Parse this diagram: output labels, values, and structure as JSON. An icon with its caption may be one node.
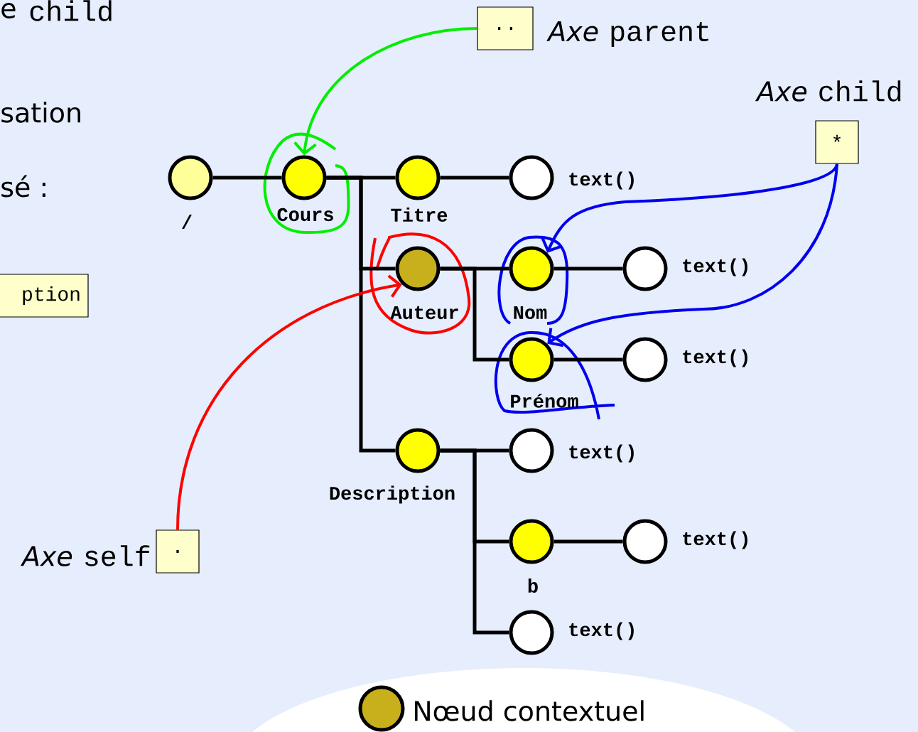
{
  "diagram": {
    "nodes": [
      {
        "text": [
          ".."
        ],
        "beside": [
          "Axe",
          "parent"
        ]
      },
      {
        "text": [
          "*"
        ],
        "beside": [
          "Axe",
          "child"
        ]
      },
      {
        "text": [
          "/"
        ]
      },
      {
        "text": [
          "Cours"
        ]
      },
      {
        "text": [
          "Titre"
        ]
      },
      {
        "text": [
          "text()"
        ]
      },
      {
        "text": [
          "ption"
        ]
      },
      {
        "text": [
          "Auteur"
        ]
      },
      {
        "text": [
          "Nom"
        ]
      },
      {
        "text": [
          "text()"
        ]
      },
      {
        "text": [
          "Prénom"
        ]
      },
      {
        "text": [
          "text()"
        ]
      },
      {
        "text": [
          "Description"
        ]
      },
      {
        "text": [
          "text()"
        ]
      },
      {
        "text": [
          "b"
        ]
      },
      {
        "text": [
          "text()"
        ]
      },
      {
        "text": [
          "text()"
        ]
      },
      {
        "text": [
          "."
        ],
        "beside": [
          "Axe",
          "self"
        ]
      }
    ],
    "edges": [
      {
        "from": 2,
        "to": 3,
        "arrow": "none"
      },
      {
        "from": 3,
        "to": 4,
        "arrow": "none"
      },
      {
        "from": 3,
        "to": 7,
        "arrow": "none"
      },
      {
        "from": 3,
        "to": 12,
        "arrow": "none"
      },
      {
        "from": 4,
        "to": 5,
        "arrow": "none"
      },
      {
        "from": 7,
        "to": 8,
        "arrow": "none"
      },
      {
        "from": 7,
        "to": 10,
        "arrow": "none"
      },
      {
        "from": 8,
        "to": 9,
        "arrow": "none"
      },
      {
        "from": 10,
        "to": 11,
        "arrow": "none"
      },
      {
        "from": 12,
        "to": 13,
        "arrow": "none"
      },
      {
        "from": 12,
        "to": 14,
        "arrow": "none"
      },
      {
        "from": 12,
        "to": 16,
        "arrow": "none"
      },
      {
        "from": 14,
        "to": 15,
        "arrow": "none"
      },
      {
        "from": 0,
        "to": 3,
        "arrow": "to",
        "color": "#00ee00"
      },
      {
        "from": 1,
        "to": 8,
        "arrow": "to",
        "color": "#0000ee"
      },
      {
        "from": 1,
        "to": 10,
        "arrow": "to",
        "color": "#0000ee"
      },
      {
        "from": 17,
        "to": 7,
        "arrow": "to",
        "color": "#ff0000"
      }
    ],
    "labels": [
      "e",
      "child",
      "sation",
      "sé :"
    ],
    "legend": [
      {
        "text": "Nœud contextuel",
        "color": "#c8b01c"
      }
    ]
  }
}
